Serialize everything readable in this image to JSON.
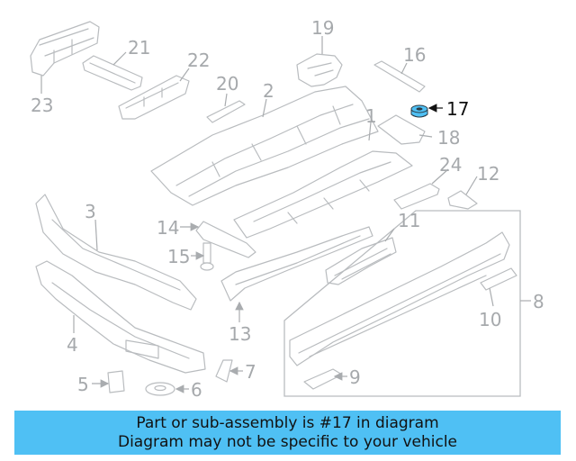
{
  "diagram": {
    "highlight_color": "#4fc0f4",
    "highlighted_part": "17",
    "callouts": [
      "1",
      "2",
      "3",
      "4",
      "5",
      "6",
      "7",
      "8",
      "9",
      "10",
      "11",
      "12",
      "13",
      "14",
      "15",
      "16",
      "17",
      "18",
      "19",
      "20",
      "21",
      "22",
      "23",
      "24"
    ]
  },
  "caption": {
    "line1": "Part or sub-assembly is #17 in diagram",
    "line2": "Diagram may not be specific to your vehicle",
    "background": "#4fc0f4"
  }
}
